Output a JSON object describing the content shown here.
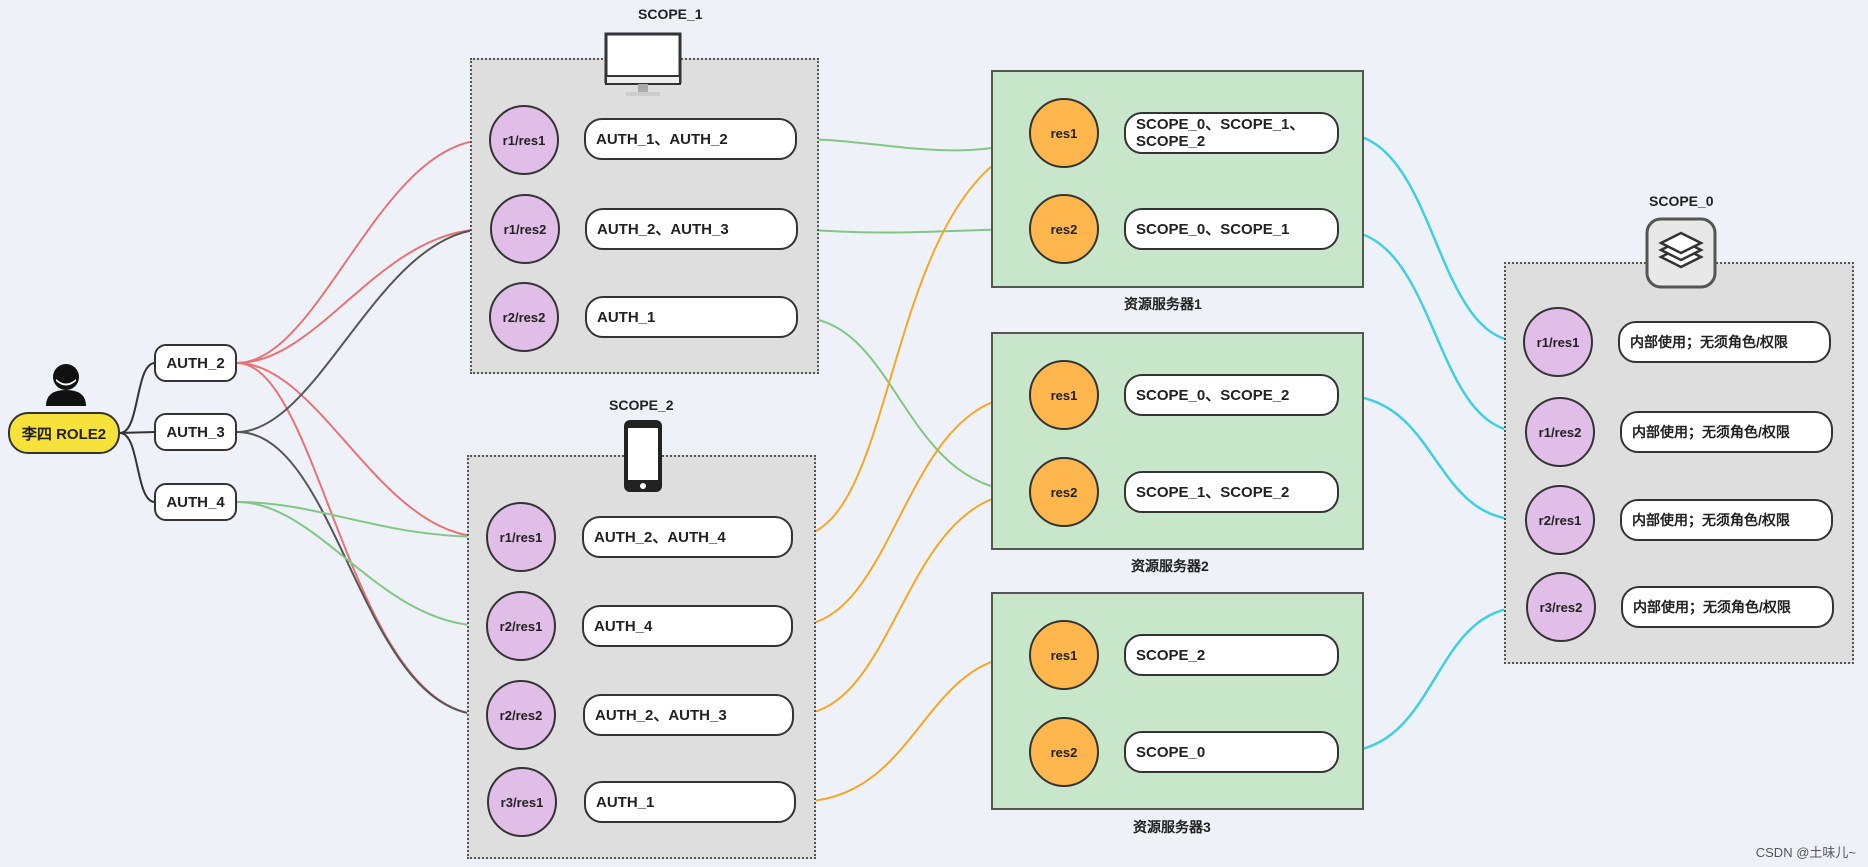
{
  "user": {
    "role_label": "李四 ROLE2"
  },
  "auths": {
    "a2": "AUTH_2",
    "a3": "AUTH_3",
    "a4": "AUTH_4"
  },
  "scope1": {
    "title": "SCOPE_1",
    "rows": [
      {
        "res": "r1/res1",
        "perm": "AUTH_1、AUTH_2"
      },
      {
        "res": "r1/res2",
        "perm": "AUTH_2、AUTH_3"
      },
      {
        "res": "r2/res2",
        "perm": "AUTH_1"
      }
    ]
  },
  "scope2": {
    "title": "SCOPE_2",
    "rows": [
      {
        "res": "r1/res1",
        "perm": "AUTH_2、AUTH_4"
      },
      {
        "res": "r2/res1",
        "perm": "AUTH_4"
      },
      {
        "res": "r2/res2",
        "perm": "AUTH_2、AUTH_3"
      },
      {
        "res": "r3/res1",
        "perm": "AUTH_1"
      }
    ]
  },
  "servers": [
    {
      "title": "资源服务器1",
      "rows": [
        {
          "res": "res1",
          "scopes": "SCOPE_0、SCOPE_1、SCOPE_2"
        },
        {
          "res": "res2",
          "scopes": "SCOPE_0、SCOPE_1"
        }
      ]
    },
    {
      "title": "资源服务器2",
      "rows": [
        {
          "res": "res1",
          "scopes": "SCOPE_0、SCOPE_2"
        },
        {
          "res": "res2",
          "scopes": "SCOPE_1、SCOPE_2"
        }
      ]
    },
    {
      "title": "资源服务器3",
      "rows": [
        {
          "res": "res1",
          "scopes": "SCOPE_2"
        },
        {
          "res": "res2",
          "scopes": "SCOPE_0"
        }
      ]
    }
  ],
  "scope0": {
    "title": "SCOPE_0",
    "rows": [
      {
        "res": "r1/res1",
        "perm": "内部使用；无须角色/权限"
      },
      {
        "res": "r1/res2",
        "perm": "内部使用；无须角色/权限"
      },
      {
        "res": "r2/res1",
        "perm": "内部使用；无须角色/权限"
      },
      {
        "res": "r3/res2",
        "perm": "内部使用；无须角色/权限"
      }
    ]
  },
  "watermark": "CSDN @土味儿~",
  "colors": {
    "red": "#e57373",
    "gray": "#555555",
    "green": "#81c784",
    "orange": "#f5a623",
    "cyan": "#3ecfe0"
  },
  "icons": {
    "user": "user-avatar-icon",
    "scope1": "monitor-icon",
    "scope2": "phone-icon",
    "scope0": "server-stack-icon"
  }
}
